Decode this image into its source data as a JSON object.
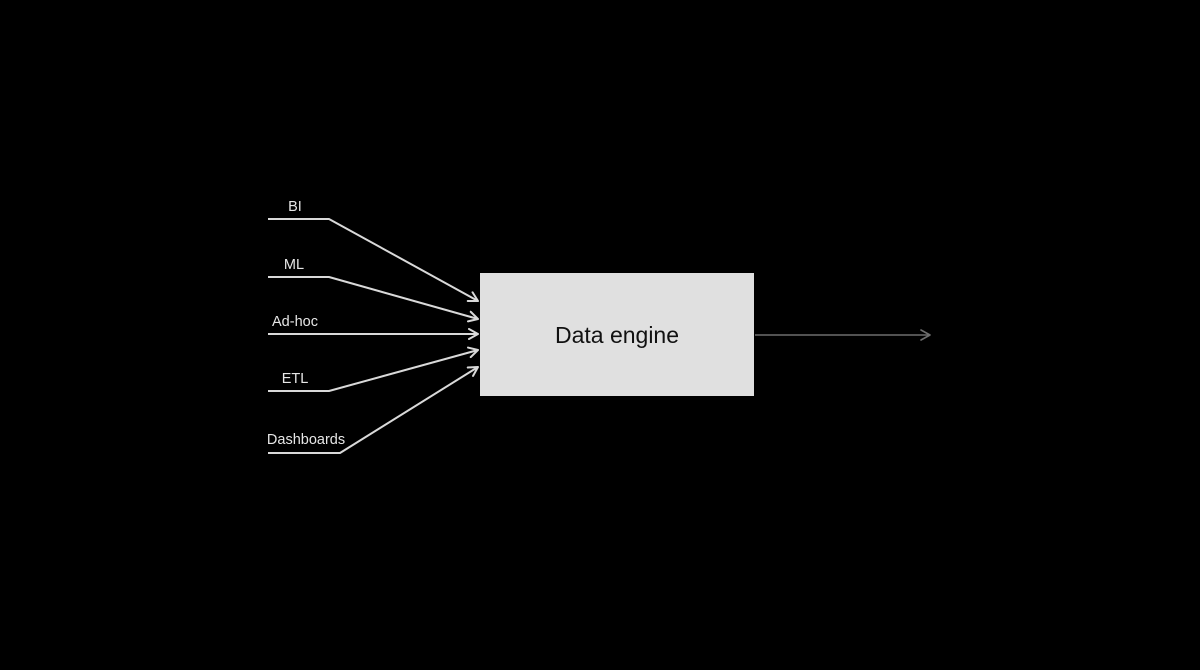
{
  "diagram": {
    "inputs": [
      {
        "label": "BI"
      },
      {
        "label": "ML"
      },
      {
        "label": "Ad-hoc"
      },
      {
        "label": "ETL"
      },
      {
        "label": "Dashboards"
      }
    ],
    "engine": {
      "label": "Data engine"
    }
  },
  "colors": {
    "background": "#000000",
    "engine_fill": "#e0e0e0",
    "input_line": "#d9d9d9",
    "output_line": "#6e6e6e",
    "label_text": "#e6e6e6",
    "engine_text": "#111111"
  }
}
